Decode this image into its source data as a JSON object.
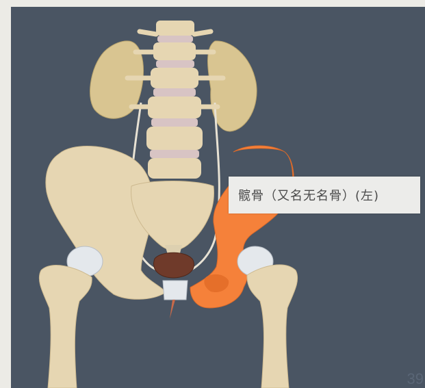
{
  "viewer": {
    "tooltip_label": "髋骨（又名无名骨）(左)",
    "page_number": "39"
  },
  "colors": {
    "background": "#4a5563",
    "bone": "#e6d6b2",
    "highlighted_bone": "#f5813a",
    "disc": "#d8c4c4",
    "kidney": "#d9c591",
    "bladder": "#6f3a2a",
    "cartilage": "#e4e8ec"
  },
  "model": {
    "selected_structure": "left-hip-bone"
  }
}
